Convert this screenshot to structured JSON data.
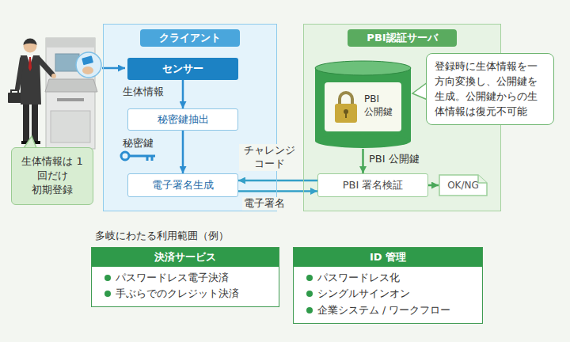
{
  "diagram": {
    "nodes": [
      {
        "text": [
          "クライアント"
        ]
      },
      {
        "text": [
          "センサー"
        ],
        "in": 0
      },
      {
        "text": [
          "秘密鍵抽出"
        ],
        "in": 0
      },
      {
        "text": [
          "電子署名生成"
        ],
        "in": 0
      },
      {
        "text": [
          "PBI認証サーバ"
        ]
      },
      {
        "text": [
          "PBI 公開鍵"
        ],
        "in": 4
      },
      {
        "text": [
          "登録時に生体情報を一方向変換し、公開鍵を生成。公開鍵からの生体情報は復元不可能"
        ],
        "in": 4
      },
      {
        "text": [
          "PBI 署名検証"
        ],
        "in": 4
      },
      {
        "text": [
          "OK/NG"
        ],
        "in": 4
      },
      {
        "text": [
          "生体情報は 1 回だけ 初期登録"
        ]
      },
      {
        "text": [
          "決済サービス",
          "パスワードレス電子決済",
          "手ぶらでのクレジット決済"
        ]
      },
      {
        "text": [
          "ID 管理",
          "パスワードレス化",
          "シングルサインオン",
          "企業システム / ワークフロー"
        ]
      }
    ],
    "edges": [
      {
        "from": 1,
        "to": 2,
        "label": "生体情報",
        "arrow": "to"
      },
      {
        "from": 2,
        "to": 3,
        "label": "秘密鍵",
        "arrow": "to"
      },
      {
        "from": 7,
        "to": 3,
        "label": "チャレンジ コード",
        "arrow": "to"
      },
      {
        "from": 3,
        "to": 7,
        "label": "電子署名",
        "arrow": "to"
      },
      {
        "from": 5,
        "to": 7,
        "label": "PBI 公開鍵",
        "arrow": "to"
      },
      {
        "from": 7,
        "to": 8,
        "arrow": "to"
      }
    ],
    "labels": [
      "多岐にわたる利用範囲（例）"
    ]
  }
}
